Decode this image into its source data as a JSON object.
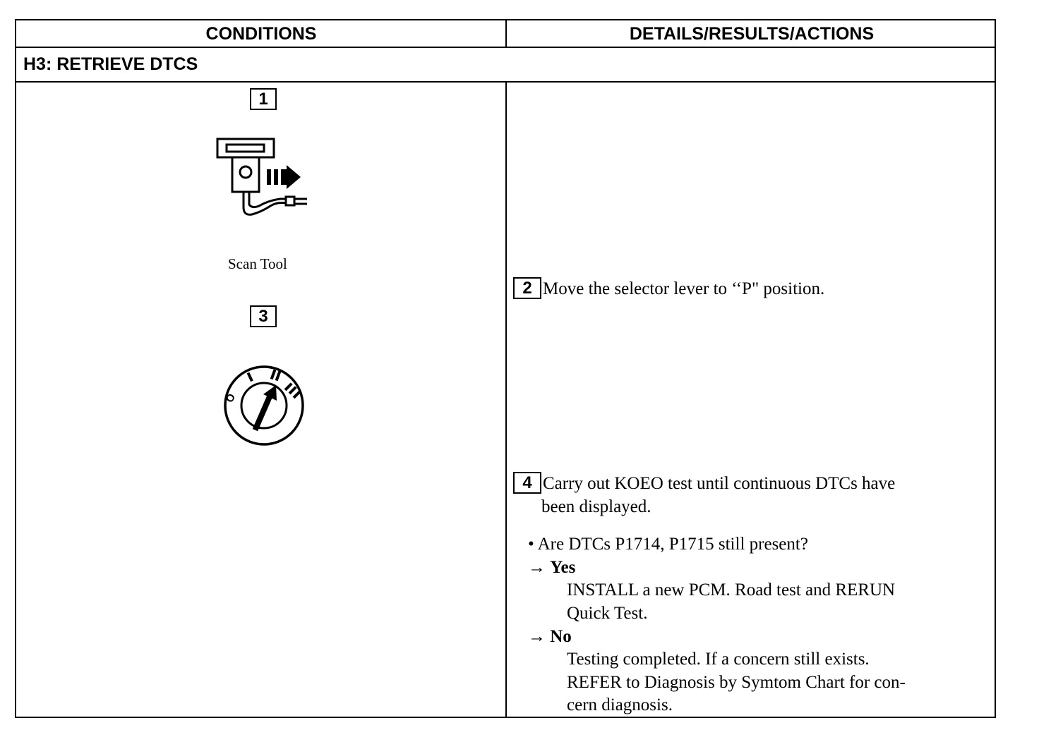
{
  "headers": {
    "conditions": "CONDITIONS",
    "details": "DETAILS/RESULTS/ACTIONS"
  },
  "section_title": "H3: RETRIEVE DTCS",
  "left": {
    "step1": "1",
    "scan_tool_caption": "Scan Tool",
    "step3": "3",
    "icons": [
      "scan-tool-icon",
      "ignition-switch-icon"
    ]
  },
  "right": {
    "step2": {
      "num": "2",
      "text": "Move the selector lever to ‘‘P\" position."
    },
    "step4": {
      "num": "4",
      "line1": "Carry out KOEO test until continuous DTCs have",
      "line2": "been displayed."
    },
    "question": "• Are DTCs P1714, P1715 still present?",
    "yes": {
      "arrow": "→",
      "label": "Yes",
      "line1": "INSTALL a new PCM. Road test and RERUN",
      "line2": "Quick Test."
    },
    "no": {
      "arrow": "→",
      "label": "No",
      "line1": "Testing completed. If a concern still exists.",
      "line2": "REFER to Diagnosis by Symtom Chart for con-",
      "line3": "cern diagnosis."
    }
  }
}
